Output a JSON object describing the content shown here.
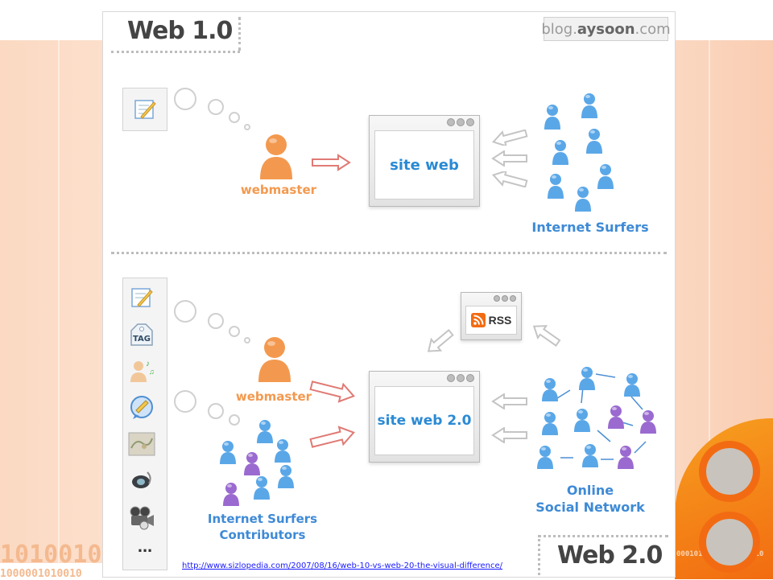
{
  "diagram": {
    "web1_title": "Web 1.0",
    "web2_title": "Web 2.0",
    "blog_prefix": "blog.",
    "blog_name": "aysoon",
    "blog_suffix": ".com",
    "web1": {
      "site_label": "site web",
      "webmaster_label": "webmaster",
      "surfers_label": "Internet Surfers"
    },
    "web2": {
      "site_label": "site web 2.0",
      "webmaster_label": "webmaster",
      "surfers_line1": "Internet Surfers",
      "surfers_line2": "Contributors",
      "network_line1": "Online",
      "network_line2": "Social Network",
      "rss_label": "RSS",
      "tag_label": "TAG",
      "more_label": "..."
    }
  },
  "colors": {
    "webmaster": "#f3994f",
    "surfer_blue": "#5aa7e8",
    "surfer_purple": "#9a6ad0",
    "label_orange": "#f3994f",
    "label_blue": "#3e8ad6",
    "arrow_red": "#e07a74",
    "arrow_gray": "#c4c4c4",
    "rss_orange": "#f26b12"
  },
  "background": {
    "binary_left_top": "1010010",
    "binary_left_bottom": "1000001010010",
    "binary_right": "00010100101001010010"
  },
  "source_url": "http://www.sizlopedia.com/2007/08/16/web-10-vs-web-20-the-visual-difference/"
}
